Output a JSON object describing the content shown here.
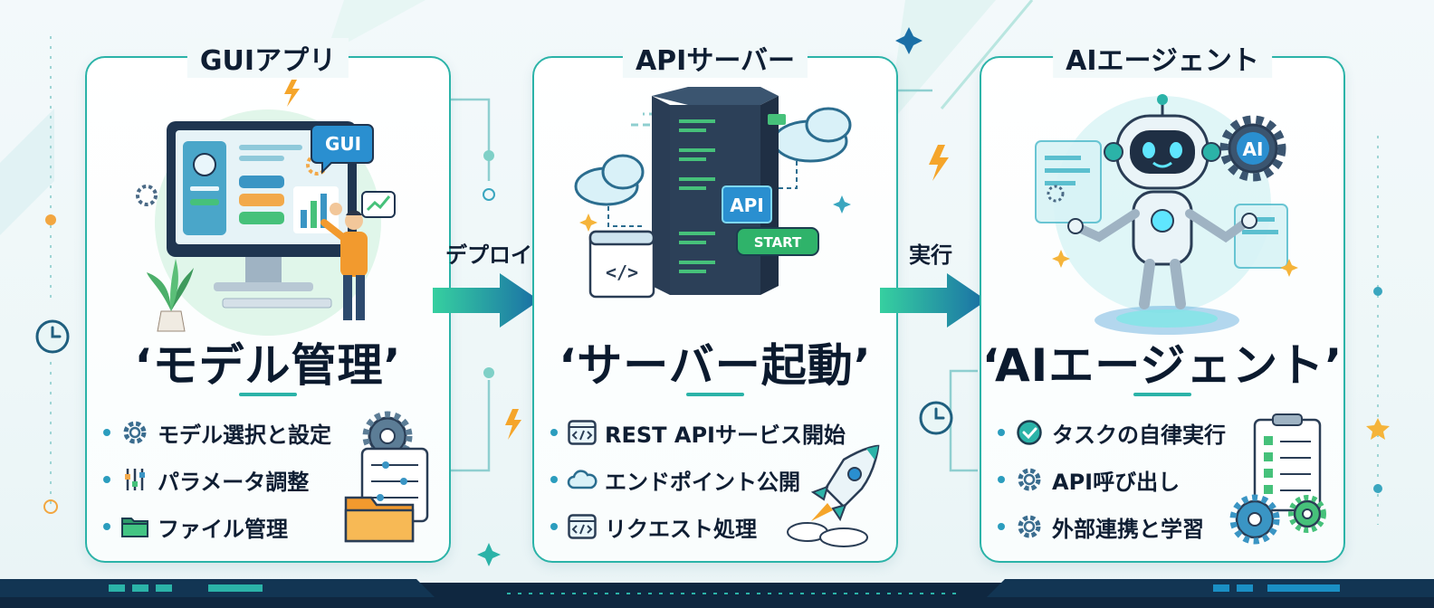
{
  "panels": [
    {
      "title": "GUIアプリ",
      "big_label": "‘モデル管理’",
      "screen_badge": "GUI",
      "items": [
        {
          "label": "モデル選択と設定",
          "icon": "gear-icon"
        },
        {
          "label": "パラメータ調整",
          "icon": "sliders-icon"
        },
        {
          "label": "ファイル管理",
          "icon": "folder-icon"
        }
      ]
    },
    {
      "title": "APIサーバー",
      "big_label": "‘サーバー起動’",
      "server_label": "API",
      "start_label": "START",
      "code_glyph": "</>",
      "items": [
        {
          "label": "REST APIサービス開始",
          "icon": "code-window-icon"
        },
        {
          "label": "エンドポイント公開",
          "icon": "cloud-icon"
        },
        {
          "label": "リクエスト処理",
          "icon": "code-window-icon"
        }
      ]
    },
    {
      "title": "AIエージェント",
      "big_label": "‘AIエージェント’",
      "gear_badge": "AI",
      "items": [
        {
          "label": "タスクの自律実行",
          "icon": "check-circle-icon"
        },
        {
          "label": "API呼び出し",
          "icon": "gear-icon"
        },
        {
          "label": "外部連携と学習",
          "icon": "gear-icon"
        }
      ]
    }
  ],
  "arrows": [
    {
      "label": "デプロイ"
    },
    {
      "label": "実行"
    }
  ],
  "colors": {
    "accent": "#2bb3a8",
    "arrow_start": "#36d0a0",
    "arrow_end": "#1a6fa6",
    "navy": "#0f2740"
  }
}
